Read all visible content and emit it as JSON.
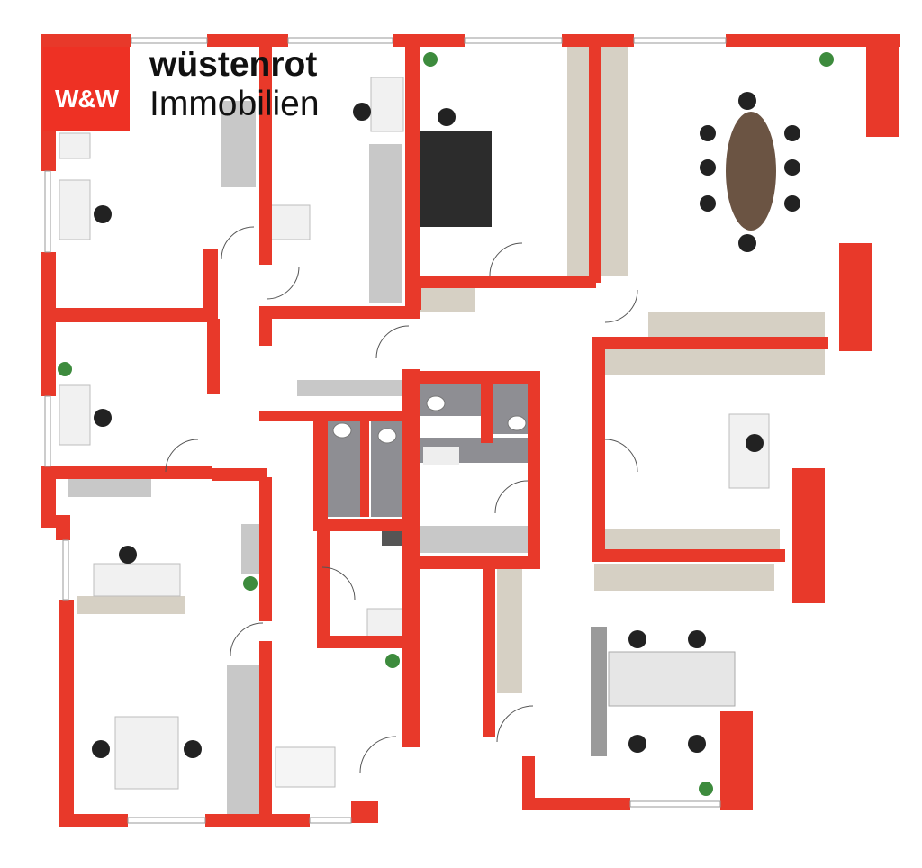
{
  "brand": {
    "logo_text": "W&W",
    "name": "wüstenrot",
    "subtitle": "Immobilien",
    "color": "#ee3124"
  },
  "colors": {
    "wall": "#e8392a",
    "counter": "#d6d0c4",
    "cabinet": "#c8c8c8",
    "wet_floor": "#8e8e93",
    "plant": "#3d8b3d",
    "window": "#9a9a9a",
    "chair": "#222222",
    "conference_table": "#6b5443"
  },
  "icons": [
    "plant-icon",
    "chair-icon",
    "desk-icon",
    "door-swing-icon",
    "toilet-icon",
    "sink-icon",
    "stove-icon"
  ]
}
